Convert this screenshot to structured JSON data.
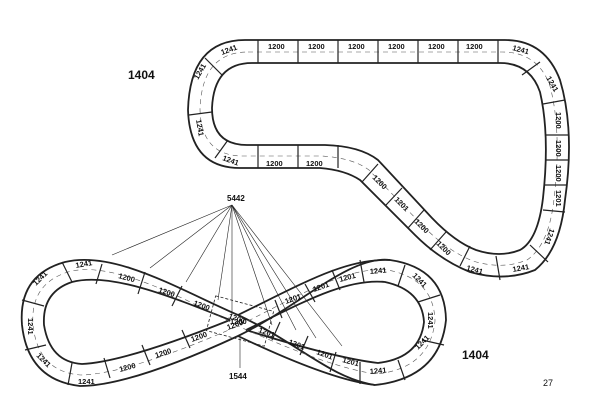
{
  "labels": {
    "layout_top": "1404",
    "layout_bottom": "1404",
    "crossing_part": "5442",
    "crossing_centre": "1544",
    "page_number": "27"
  },
  "segment_codes": {
    "straight": "1200",
    "straight_variant": "1201",
    "curve": "1241"
  }
}
